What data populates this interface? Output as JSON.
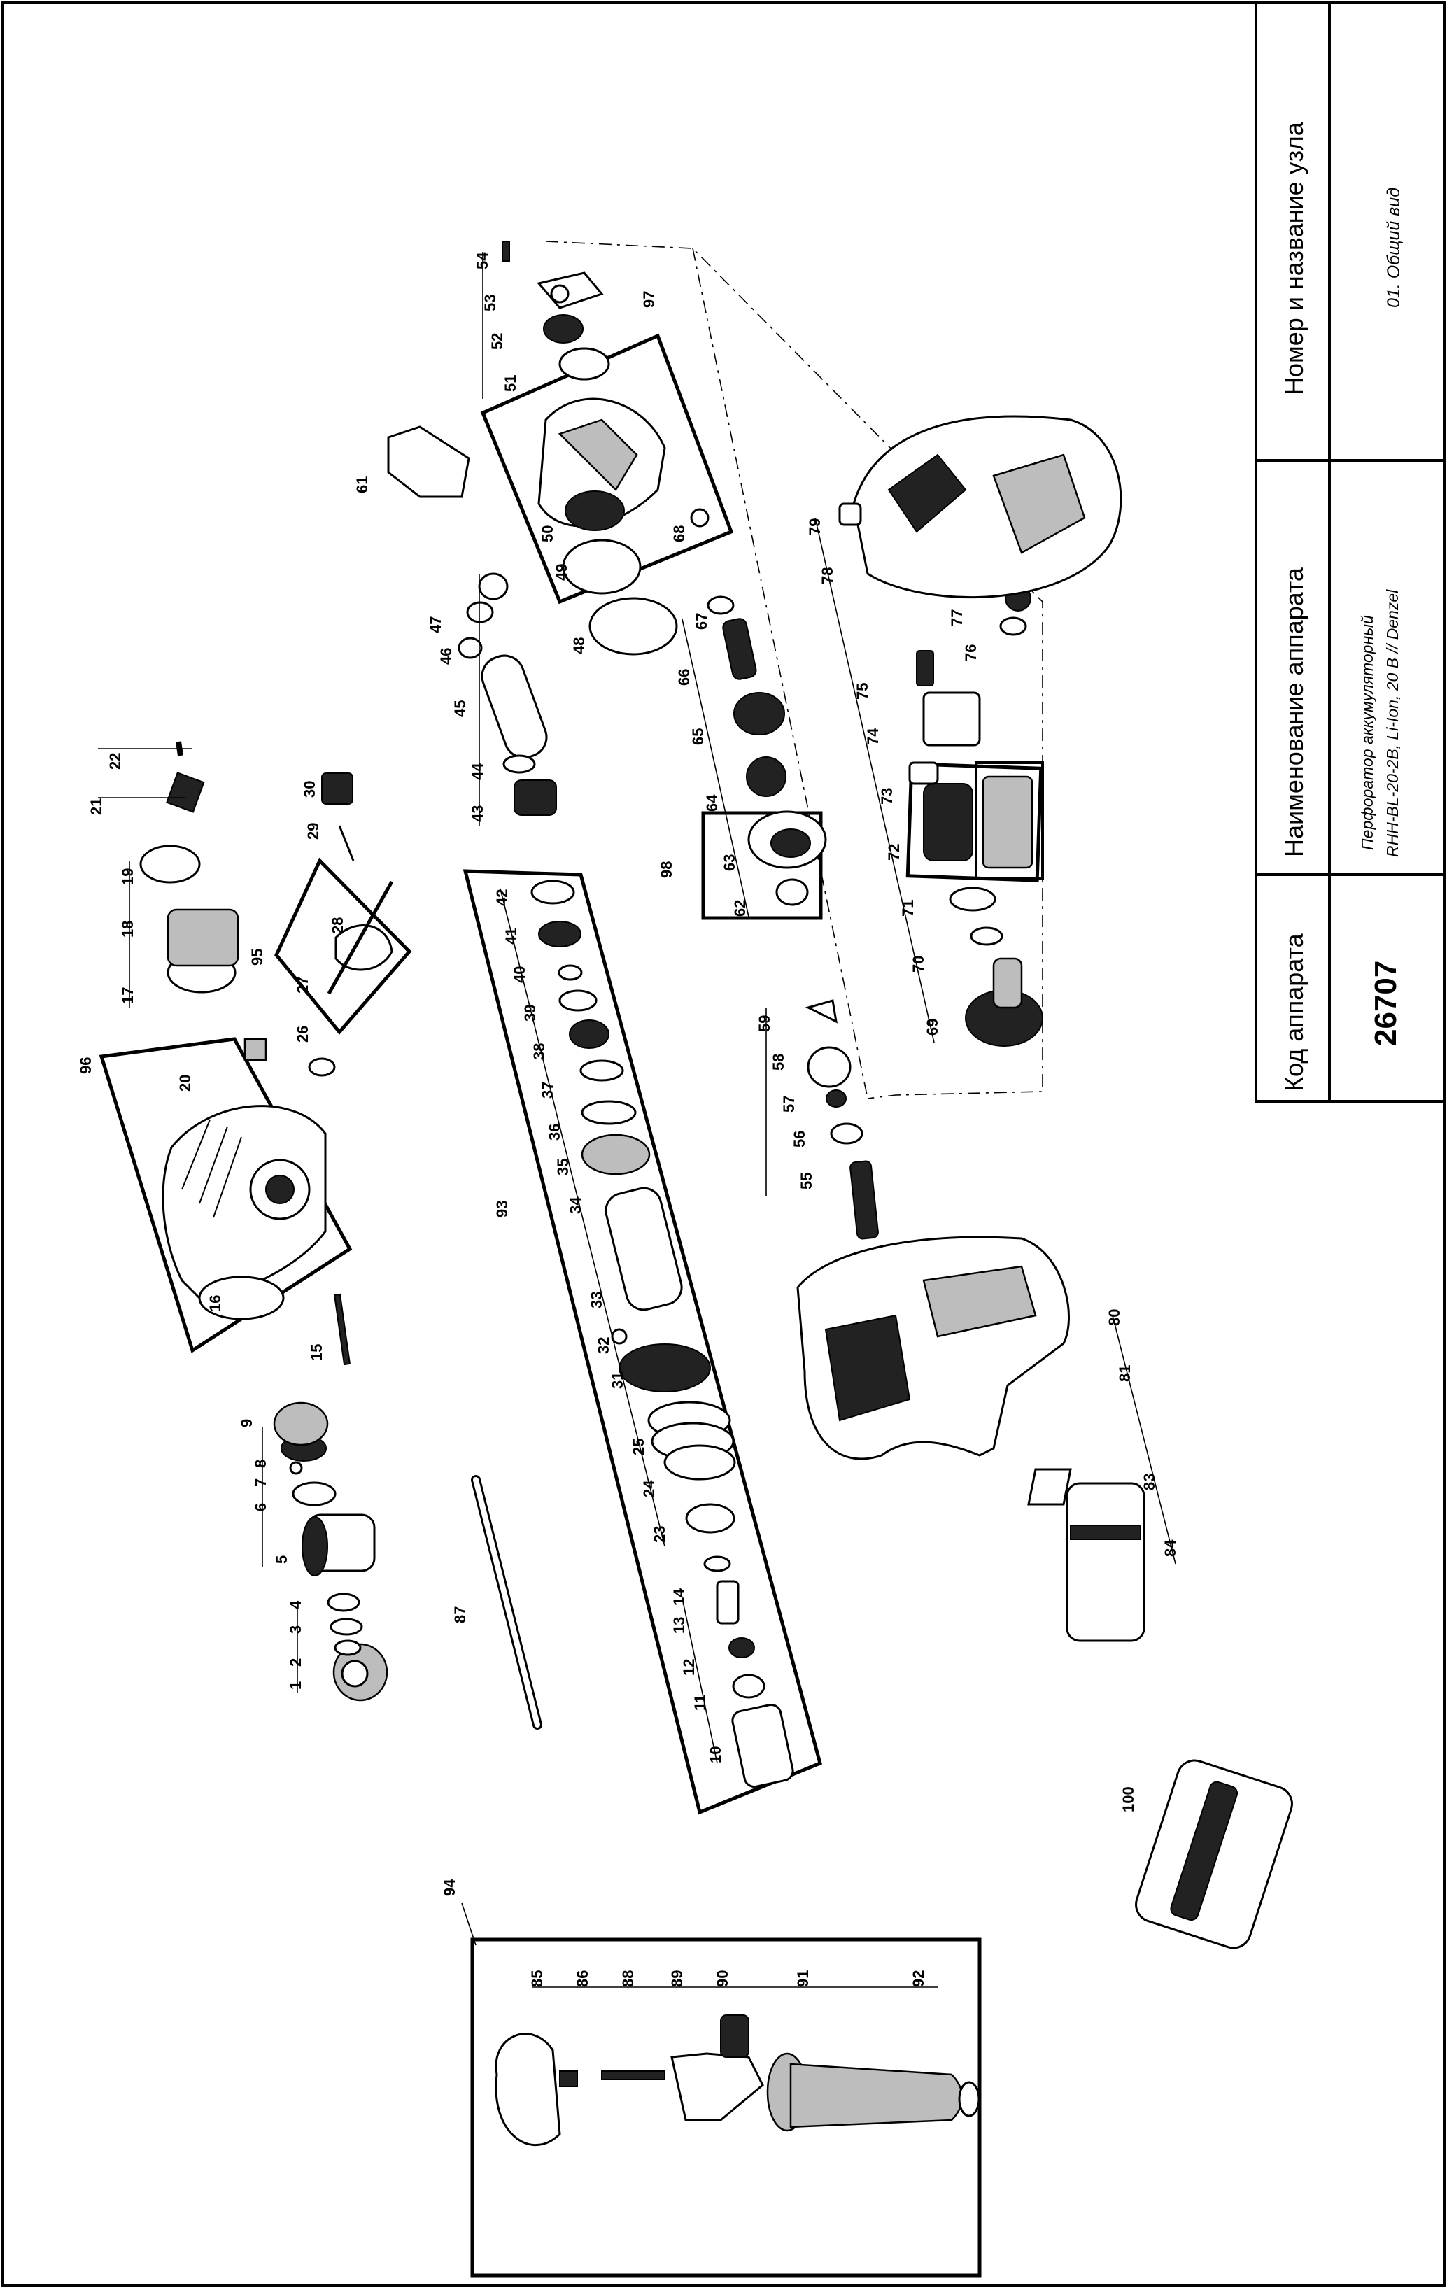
{
  "title_block": {
    "code_header": "Код аппарата",
    "code_value": "26707",
    "device_header": "Наименование аппарата",
    "device_line1": "Перфоратор аккумуляторный",
    "device_line2": "RHH-BL-20-2В, Li-Ion, 20 В // Denzel",
    "node_header": "Номер и название узла",
    "node_value": "01. Общий вид"
  },
  "callouts": [
    "1",
    "2",
    "3",
    "4",
    "5",
    "6",
    "7",
    "8",
    "9",
    "10",
    "11",
    "12",
    "13",
    "14",
    "15",
    "16",
    "17",
    "18",
    "19",
    "20",
    "21",
    "22",
    "23",
    "24",
    "25",
    "26",
    "27",
    "28",
    "29",
    "30",
    "31",
    "32",
    "33",
    "34",
    "35",
    "36",
    "37",
    "38",
    "39",
    "40",
    "41",
    "42",
    "43",
    "44",
    "45",
    "46",
    "47",
    "48",
    "49",
    "50",
    "51",
    "52",
    "53",
    "54",
    "55",
    "56",
    "57",
    "58",
    "59",
    "61",
    "62",
    "63",
    "64",
    "65",
    "66",
    "67",
    "68",
    "69",
    "70",
    "71",
    "72",
    "73",
    "74",
    "75",
    "76",
    "77",
    "78",
    "79",
    "80",
    "81",
    "83",
    "84",
    "85",
    "86",
    "87",
    "88",
    "89",
    "90",
    "91",
    "92",
    "93",
    "94",
    "95",
    "96",
    "97",
    "98",
    "100"
  ],
  "colors": {
    "ink": "#000000",
    "paper": "#ffffff",
    "shade": "#bdbdbd"
  }
}
